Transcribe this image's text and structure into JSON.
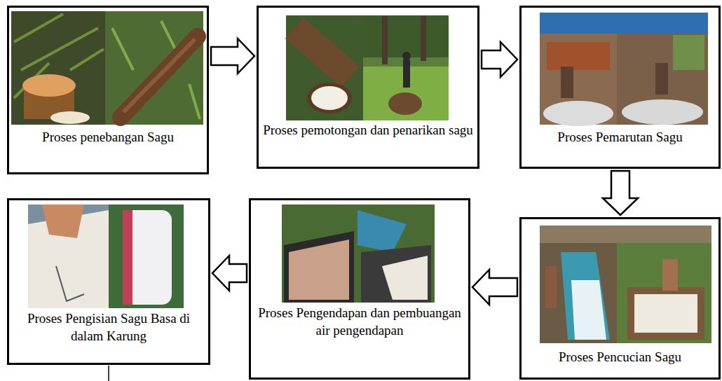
{
  "diagram": {
    "nodes": [
      {
        "text": [
          "Proses penebangan Sagu"
        ]
      },
      {
        "text": [
          "Proses pemotongan dan penarikan sagu"
        ]
      },
      {
        "text": [
          "Proses Pemarutan Sagu"
        ]
      },
      {
        "text": [
          "Proses Pencucian Sagu"
        ]
      },
      {
        "text": [
          "Proses Pengendapan dan pembuangan air pengendapan"
        ]
      },
      {
        "text": [
          "Proses Pengisian Sagu Basa di dalam Karung"
        ]
      }
    ],
    "edges": [
      {
        "from": 0,
        "to": 1,
        "arrow": "to"
      },
      {
        "from": 1,
        "to": 2,
        "arrow": "to"
      },
      {
        "from": 2,
        "to": 3,
        "arrow": "to"
      },
      {
        "from": 3,
        "to": 4,
        "arrow": "to"
      },
      {
        "from": 4,
        "to": 5,
        "arrow": "to"
      }
    ]
  }
}
